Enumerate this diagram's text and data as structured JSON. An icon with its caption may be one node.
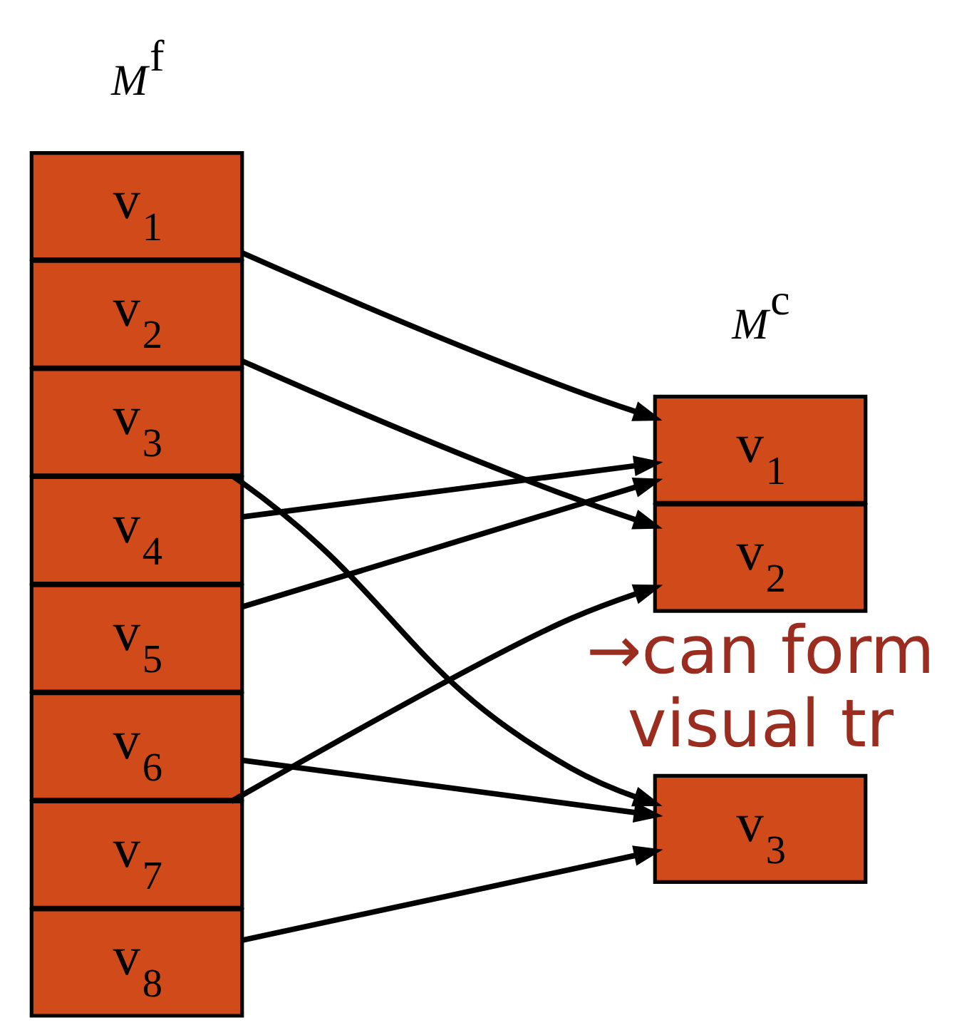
{
  "diagram": {
    "nodes": [
      {
        "text": [
          "v$_{1}$"
        ]
      },
      {
        "text": [
          "v$_{2}$"
        ]
      },
      {
        "text": [
          "v$_{3}$"
        ]
      },
      {
        "text": [
          "v$_{4}$"
        ]
      },
      {
        "text": [
          "v$_{5}$"
        ]
      },
      {
        "text": [
          "v$_{6}$"
        ]
      },
      {
        "text": [
          "v$_{7}$"
        ]
      },
      {
        "text": [
          "v$_{8}$"
        ]
      },
      {
        "text": [
          "v$_{1}$"
        ]
      },
      {
        "text": [
          "v$_{2}$"
        ]
      },
      {
        "text": [
          "v$_{3}$"
        ]
      }
    ],
    "edges": [
      {
        "from": 0,
        "to": 8,
        "arrow": "to"
      },
      {
        "from": 1,
        "to": 9,
        "arrow": "to"
      },
      {
        "from": 2,
        "to": 10,
        "arrow": "to"
      },
      {
        "from": 3,
        "to": 8,
        "arrow": "to"
      },
      {
        "from": 4,
        "to": 8,
        "arrow": "to"
      },
      {
        "from": 5,
        "to": 10,
        "arrow": "to"
      },
      {
        "from": 6,
        "to": 9,
        "arrow": "to"
      },
      {
        "from": 7,
        "to": 10,
        "arrow": "to"
      }
    ],
    "labels": [
      "M$^{f}$",
      "M$^{c}$",
      "→can form",
      "visual tr"
    ]
  }
}
